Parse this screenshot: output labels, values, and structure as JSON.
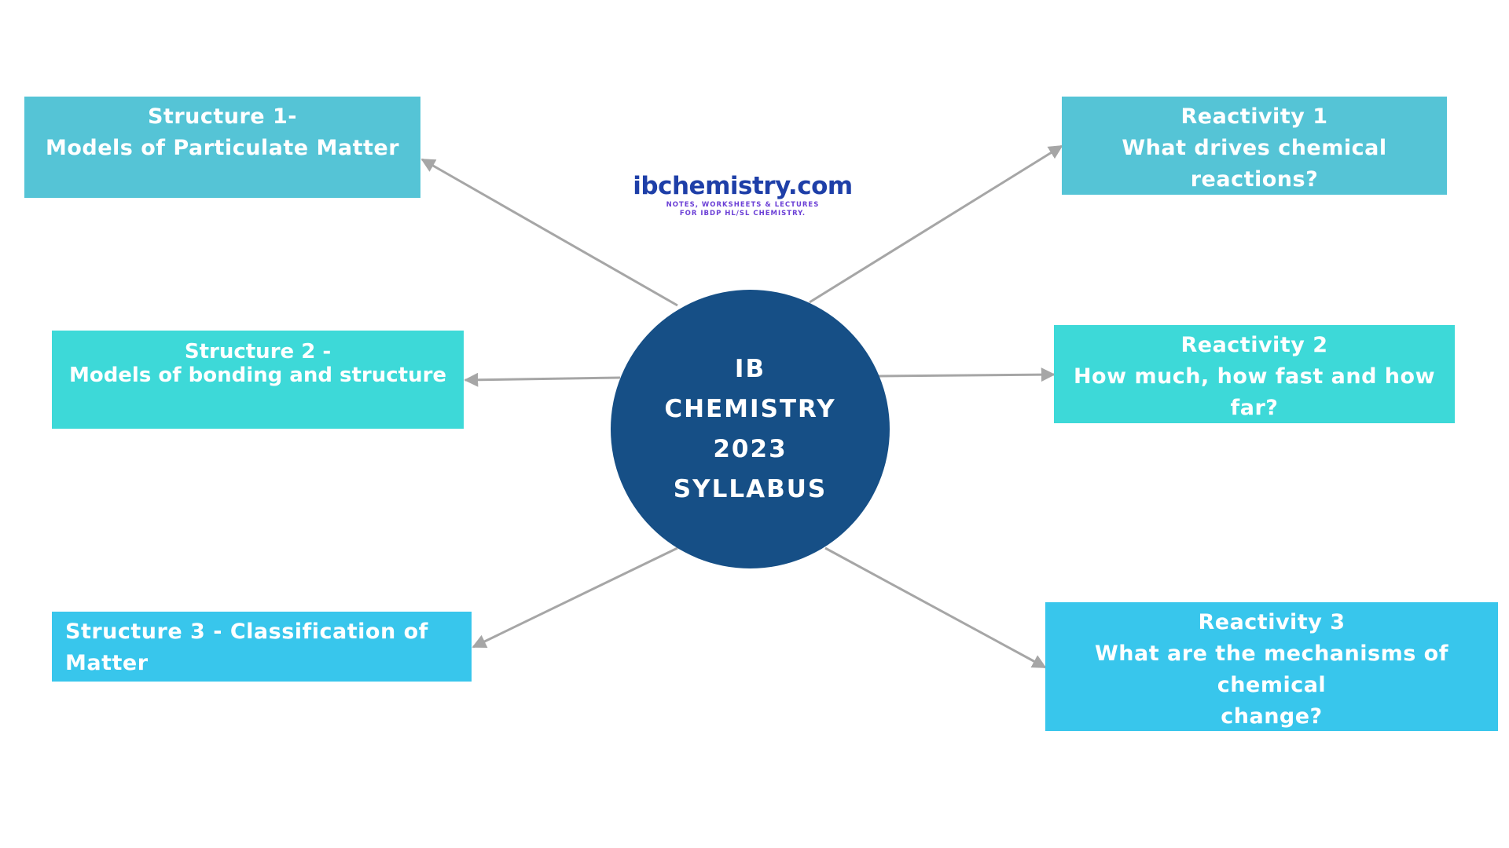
{
  "colors": {
    "center_circle": "#164f86",
    "box_teal_light": "#55c4d6",
    "box_turquoise": "#3dd9d8",
    "box_sky_blue": "#38c6ec",
    "arrow": "#a6a6a6",
    "logo_text": "#1e3fa8",
    "logo_tagline": "#6b3fd6"
  },
  "logo": {
    "name": "ibchemistry.com",
    "tagline_line1": "NOTES, WORKSHEETS & LECTURES",
    "tagline_line2": "FOR IBDP HL/SL CHEMISTRY."
  },
  "center": {
    "lines": [
      "IB",
      "CHEMISTRY",
      "2023",
      "SYLLABUS"
    ]
  },
  "nodes": {
    "structure_1": {
      "line1": "Structure 1-",
      "line2": "Models of Particulate Matter"
    },
    "structure_2": {
      "line1": "Structure 2 -",
      "line2": "Models of bonding and structure"
    },
    "structure_3": {
      "line1": "Structure 3 - Classification of Matter"
    },
    "reactivity_1": {
      "line1": "Reactivity 1",
      "line2": "What drives chemical reactions?"
    },
    "reactivity_2": {
      "line1": "Reactivity 2",
      "line2": "How much, how fast and how far?"
    },
    "reactivity_3": {
      "line1": "Reactivity 3",
      "line2": "What are the mechanisms of chemical",
      "line3": "change?"
    }
  }
}
